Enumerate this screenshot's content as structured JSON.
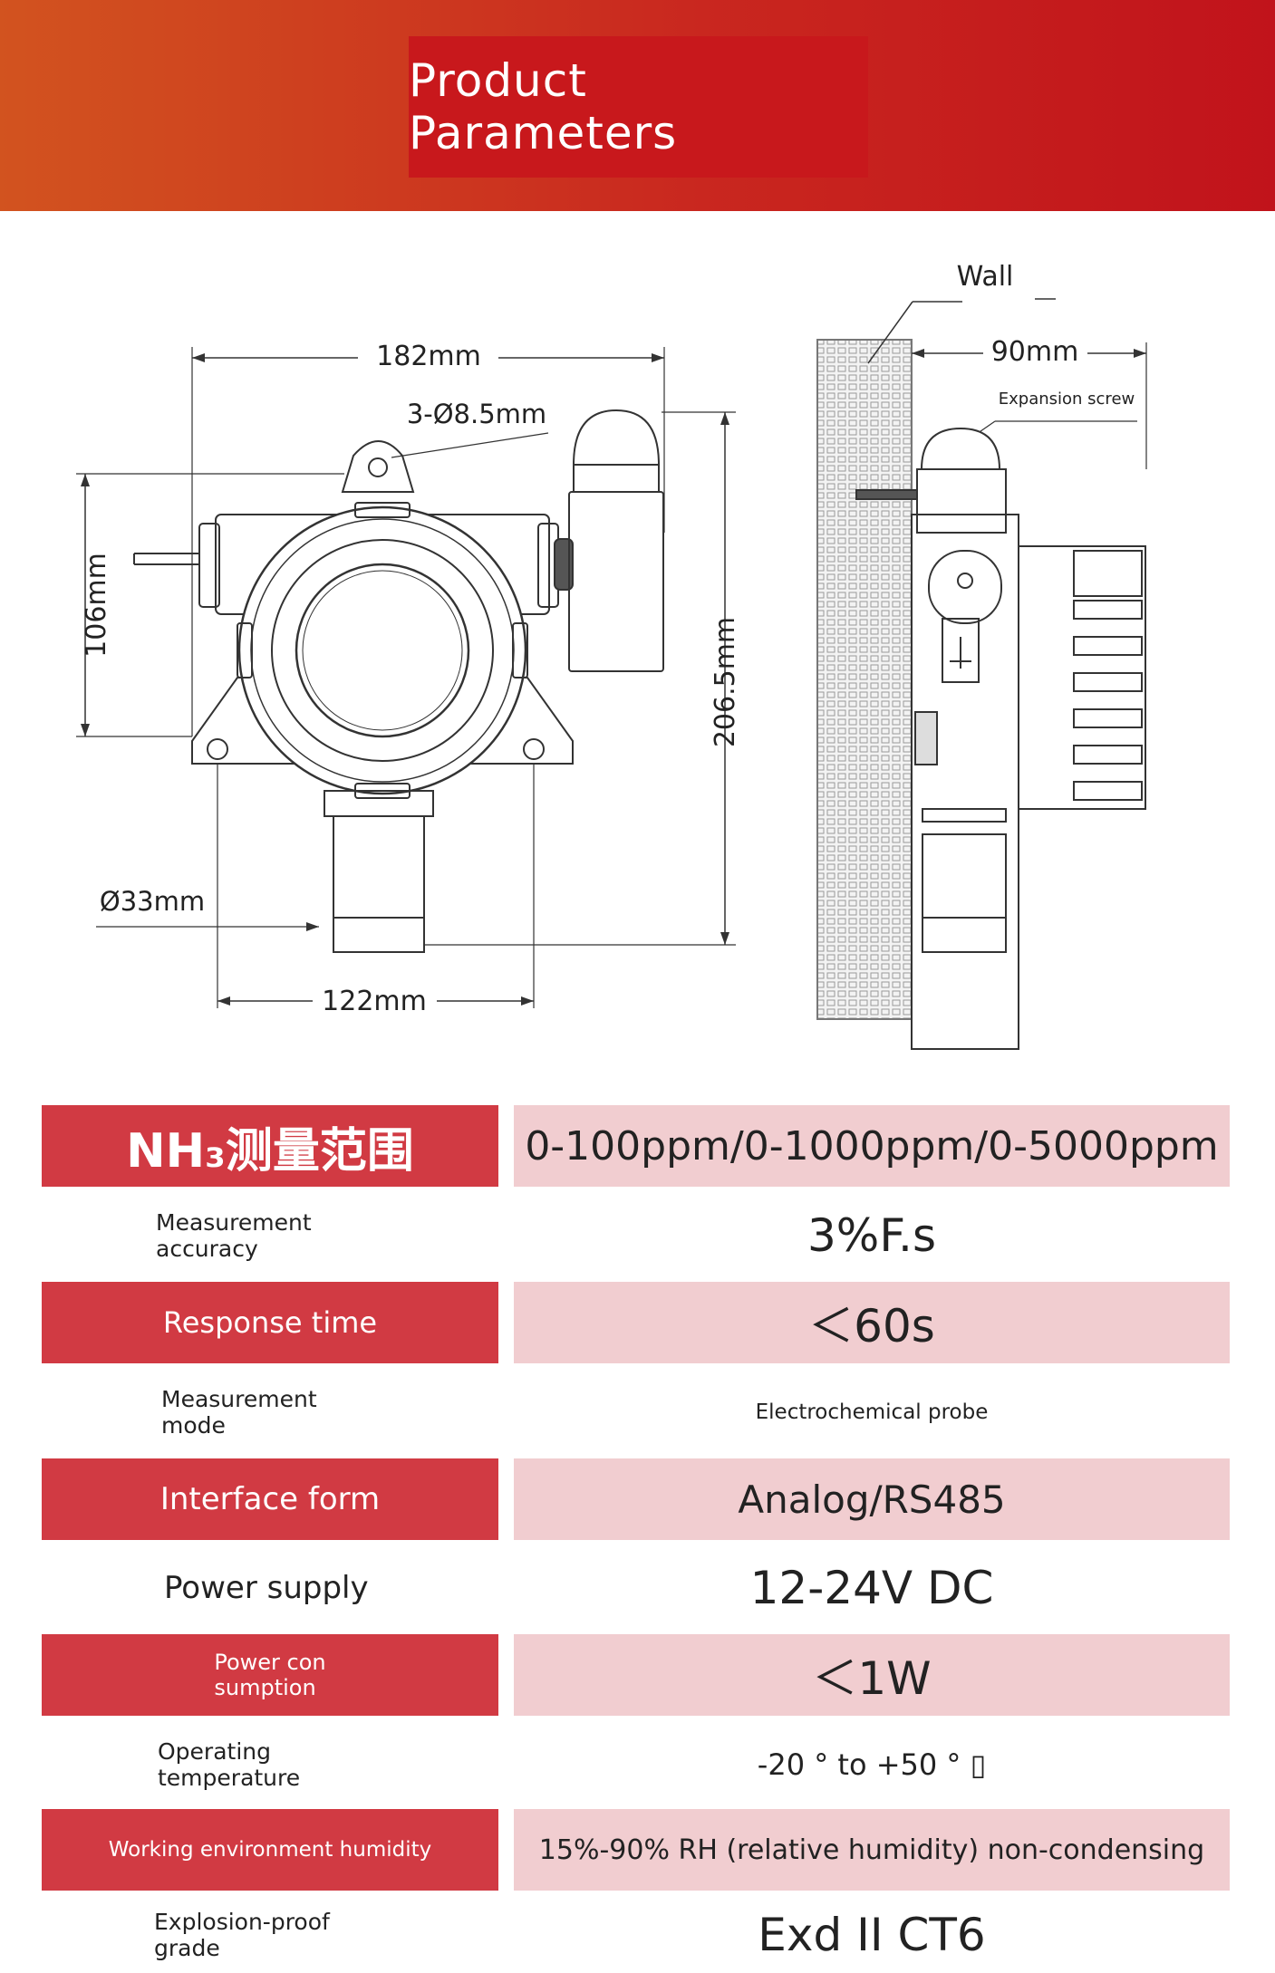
{
  "header": {
    "title": "Product Parameters"
  },
  "drawing": {
    "wall_label": "Wall",
    "expansion_screw_label": "Expansion screw",
    "dim_182": "182mm",
    "dim_hole": "3-Ø8.5mm",
    "dim_106": "106mm",
    "dim_2065": "206.5mm",
    "dim_33": "Ø33mm",
    "dim_122": "122mm",
    "dim_90": "90mm"
  },
  "specs": [
    {
      "label": "NH₃测量范围",
      "value": "0-100ppm/0-1000ppm/0-5000ppm"
    },
    {
      "label": "Measurement\naccuracy",
      "value": "3%F.s"
    },
    {
      "label": "Response time",
      "value": "＜60s"
    },
    {
      "label": "Measurement\nmode",
      "value": "Electrochemical probe"
    },
    {
      "label": "Interface form",
      "value": "Analog/RS485"
    },
    {
      "label": "Power supply",
      "value": "12-24V DC"
    },
    {
      "label": "Power con\nsumption",
      "value": "＜1W"
    },
    {
      "label": "Operating\ntemperature",
      "value": "-20 ° to +50 ° ▯"
    },
    {
      "label": "Working environment humidity",
      "value": "15%-90% RH (relative humidity) non-condensing"
    },
    {
      "label": "Explosion-proof\ngrade",
      "value": "Exd II CT6"
    }
  ]
}
